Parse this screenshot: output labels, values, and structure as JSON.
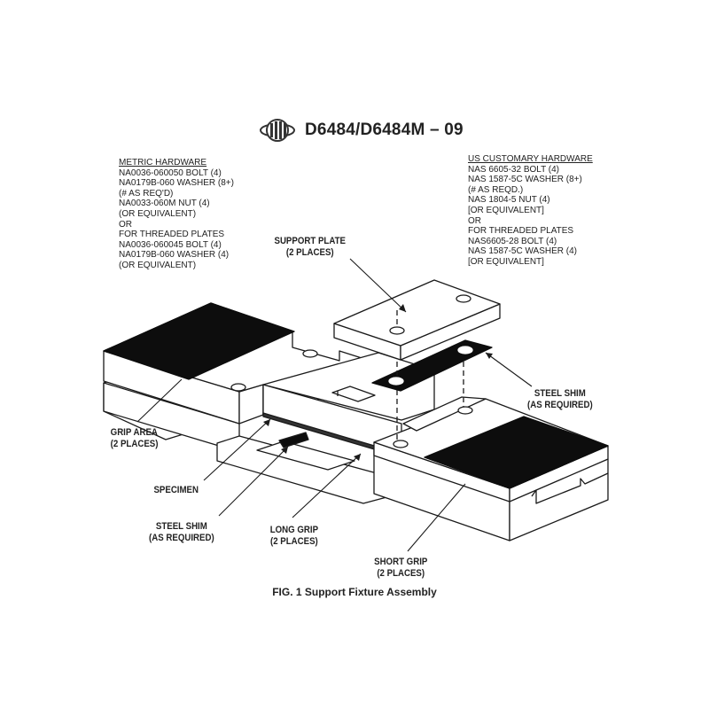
{
  "header": {
    "logo": "astm-logo",
    "designation": "D6484/D6484M – 09"
  },
  "metric_hardware": {
    "title": "METRIC HARDWARE",
    "lines": [
      "NA0036-060050 BOLT (4)",
      "NA0179B-060 WASHER (8+)",
      "(# AS REQ'D)",
      "NA0033-060M NUT (4)",
      "(OR EQUIVALENT)",
      "OR",
      "FOR THREADED PLATES",
      "NA0036-060045 BOLT (4)",
      "NA0179B-060 WASHER (4)",
      "(OR EQUIVALENT)"
    ]
  },
  "us_hardware": {
    "title": "US CUSTOMARY HARDWARE",
    "lines": [
      "NAS 6605-32 BOLT (4)",
      "NAS 1587-5C WASHER (8+)",
      "(# AS REQD.)",
      "NAS 1804-5 NUT (4)",
      "[OR EQUIVALENT]",
      "OR",
      "FOR THREADED PLATES",
      "NAS6605-28 BOLT (4)",
      "NAS 1587-5C WASHER (4)",
      "[OR EQUIVALENT]"
    ]
  },
  "callouts": {
    "support_plate": {
      "line1": "SUPPORT PLATE",
      "line2": "(2 PLACES)"
    },
    "steel_shim_right": {
      "line1": "STEEL SHIM",
      "line2": "(AS REQUIRED)"
    },
    "grip_area": {
      "line1": "GRIP AREA",
      "line2": "(2 PLACES)"
    },
    "specimen": {
      "line1": "SPECIMEN"
    },
    "steel_shim_left": {
      "line1": "STEEL SHIM",
      "line2": "(AS REQUIRED)"
    },
    "long_grip": {
      "line1": "LONG GRIP",
      "line2": "(2 PLACES)"
    },
    "short_grip": {
      "line1": "SHORT GRIP",
      "line2": "(2 PLACES)"
    }
  },
  "caption": "FIG. 1 Support Fixture Assembly",
  "colors": {
    "background": "#ffffff",
    "ink": "#1a1a1a",
    "grip_fill": "#0d0d0d"
  }
}
